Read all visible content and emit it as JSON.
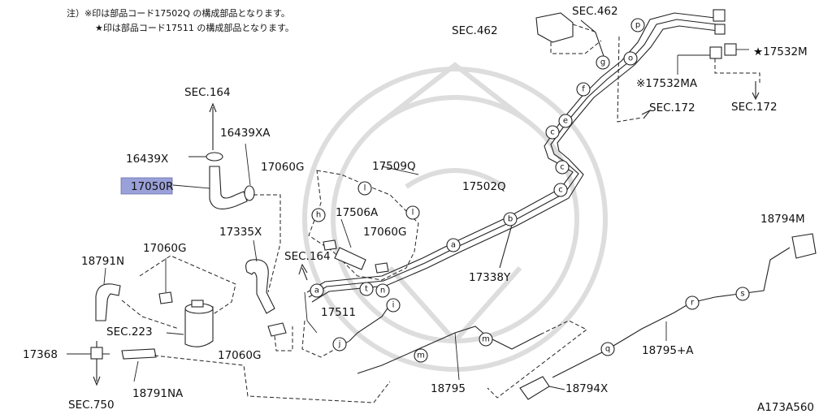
{
  "notes": [
    "注）※印は部品コード17502Q の構成部品となります。",
    "★印は部品コード17511 の構成部品となります。"
  ],
  "diagram_id": "A173A560",
  "highlight_color": "#9aa0d8",
  "labels": {
    "sec164_top": "SEC.164",
    "p16439xa": "16439XA",
    "p16439x": "16439X",
    "p17050r": "17050R",
    "p17060g_a": "17060G",
    "p17509q": "17509Q",
    "p17506a": "17506A",
    "p17060g_b": "17060G",
    "p17335x": "17335X",
    "sec164_mid": "SEC.164",
    "p17060g_c": "17060G",
    "p18791n": "18791N",
    "sec223": "SEC.223",
    "p17511": "17511",
    "p17060g_d": "17060G",
    "p17368": "17368",
    "sec750": "SEC.750",
    "p18791na": "18791NA",
    "p18795": "18795",
    "p18794x": "18794X",
    "p18795a": "18795+A",
    "p18794m": "18794M",
    "p17338y": "17338Y",
    "p17502q": "17502Q",
    "sec462_a": "SEC.462",
    "sec462_b": "SEC.462",
    "p17532m": "★17532M",
    "p17532ma": "※17532MA",
    "sec172_a": "SEC.172",
    "sec172_b": "SEC.172"
  },
  "bubbles": {
    "b_p": "p",
    "b_o": "o",
    "b_g": "g",
    "b_f": "f",
    "b_e": "e",
    "b_c1": "c",
    "b_c2": "c",
    "b_c3": "c",
    "b_b": "b",
    "b_a1": "a",
    "b_l1": "l",
    "b_l2": "l",
    "b_h": "h",
    "b_n": "n",
    "b_t": "t",
    "b_a2": "a",
    "b_i": "i",
    "b_j": "j",
    "b_m1": "m",
    "b_m2": "m",
    "b_q": "q",
    "b_r": "r",
    "b_s": "s"
  }
}
